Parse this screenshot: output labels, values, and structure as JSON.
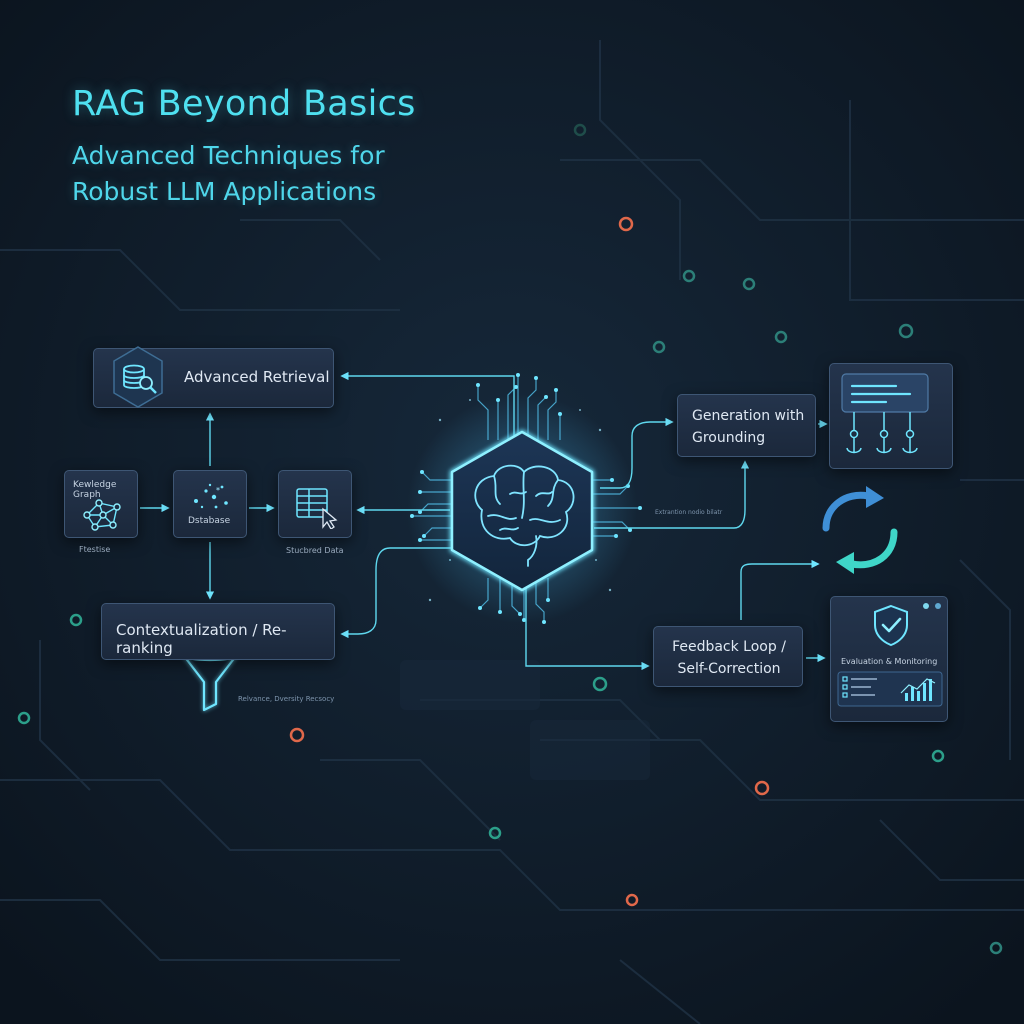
{
  "header": {
    "title": "RAG Beyond Basics",
    "subtitle": "Advanced Techniques for Robust LLM Applications"
  },
  "nodes": {
    "advanced_retrieval": "Advanced Retrieval",
    "knowledge_graph": "Kewledge Graph",
    "database": "Dstabase",
    "structured_data": "Stucbred Data",
    "contextualization": "Contextualization / Re-ranking",
    "generation": "Generation with Grounding",
    "feedback": "Feedback Loop / Self-Correction",
    "evaluation": "Evaluation & Monitoring"
  },
  "labels": {
    "kg_caption": "Ftestise",
    "rdr_caption": "Relvance, Dversity Recsocy",
    "mini_caption": "Extrantion nodio bilatr"
  },
  "colors": {
    "accent": "#4fe0f0",
    "background": "#0f1a26",
    "node_fill": "#22324a",
    "glow": "#6fe6ff",
    "warm_dot": "#e0684a"
  },
  "icons": {
    "center": "brain-icon",
    "retrieval": "database-search-icon",
    "graph": "network-graph-icon",
    "database": "scatter-dots-icon",
    "structured": "table-cursor-icon",
    "filter": "funnel-icon",
    "anchor": "anchor-icon",
    "cycle": "refresh-cycle-icon",
    "shield": "shield-check-icon"
  }
}
